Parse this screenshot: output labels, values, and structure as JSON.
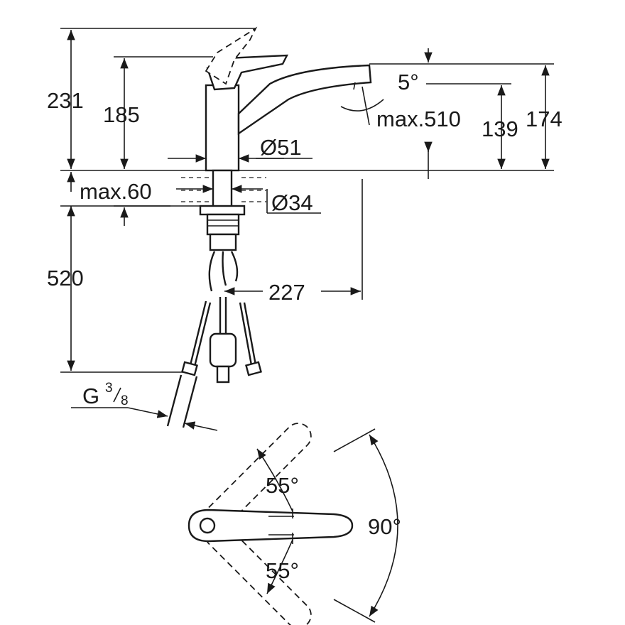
{
  "labels": {
    "h231": "231",
    "h185": "185",
    "h174": "174",
    "h139": "139",
    "h520": "520",
    "d51": "Ø51",
    "d34": "Ø34",
    "max60": "max.60",
    "max510": "max.510",
    "angle5": "5°",
    "w227": "227",
    "thread_G": "G",
    "thread_num": "3",
    "thread_den": "8",
    "angle55_top": "55°",
    "angle55_bottom": "55°",
    "angle90": "90°"
  }
}
